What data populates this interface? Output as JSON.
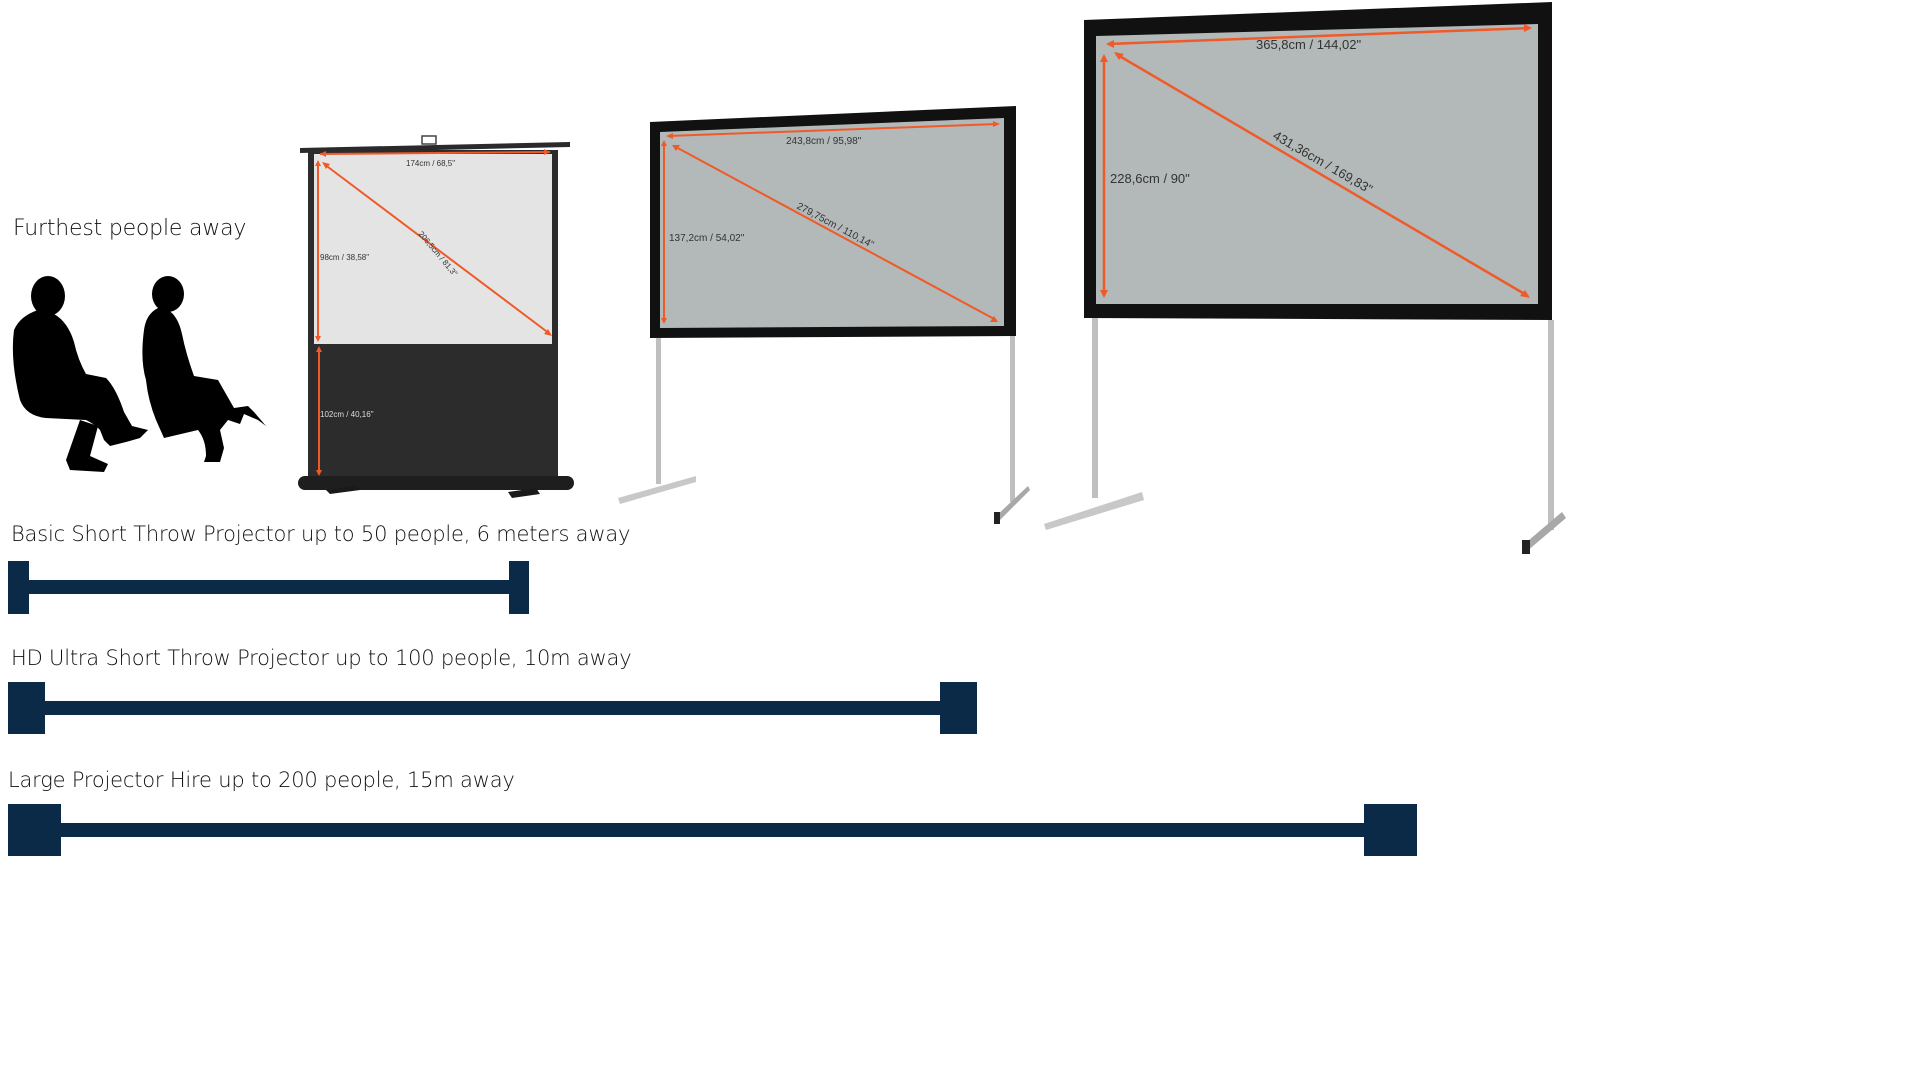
{
  "title": "Furthest people away",
  "colors": {
    "bar": "#0a2a47",
    "arrow": "#f05a28",
    "screen_gray": "#b2b9b8",
    "screen_white": "#e6e6e6",
    "frame": "#111111"
  },
  "screens": [
    {
      "name": "small-pull-up-screen",
      "width_label": "174cm / 68,5\"",
      "height_label": "98cm / 38,58\"",
      "diagonal_label": "206,5cm / 81,3\"",
      "base_label": "102cm / 40,16\""
    },
    {
      "name": "medium-fast-fold-screen",
      "width_label": "243,8cm / 95,98\"",
      "height_label": "137,2cm / 54,02\"",
      "diagonal_label": "279,75cm / 110,14\""
    },
    {
      "name": "large-fast-fold-screen",
      "width_label": "365,8cm / 144,02\"",
      "height_label": "228,6cm / 90\"",
      "diagonal_label": "431,36cm / 169,83\""
    }
  ],
  "ranges": [
    {
      "label": "Basic Short Throw Projector up to 50 people, 6 meters away",
      "distance_m": 6,
      "people": 50
    },
    {
      "label": "HD Ultra Short Throw Projector up to 100 people, 10m away",
      "distance_m": 10,
      "people": 100
    },
    {
      "label": "Large Projector Hire up to 200 people, 15m away",
      "distance_m": 15,
      "people": 200
    }
  ]
}
